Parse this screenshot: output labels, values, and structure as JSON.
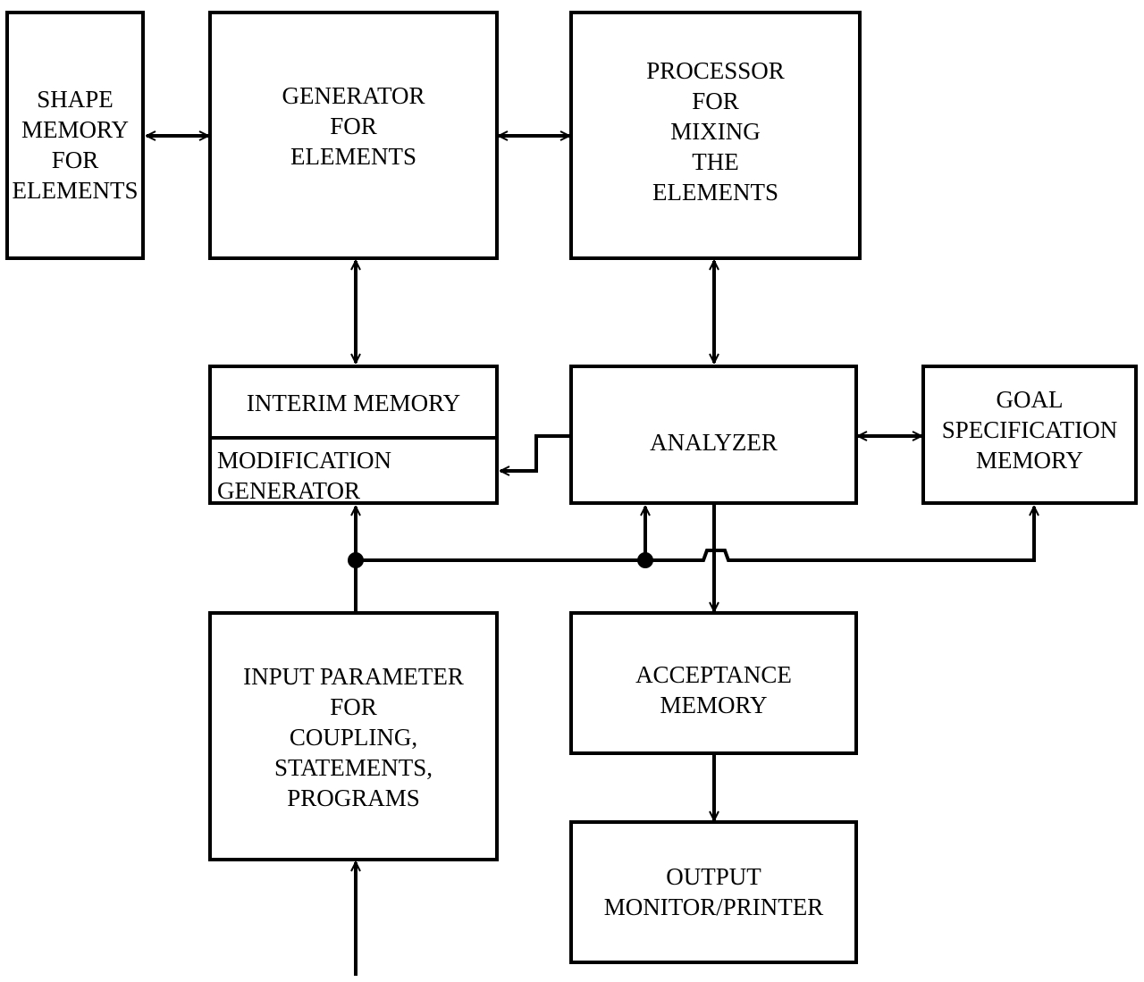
{
  "blocks": {
    "shape_memory": {
      "lines": [
        "SHAPE",
        "MEMORY",
        "FOR",
        "ELEMENTS"
      ]
    },
    "generator": {
      "lines": [
        "GENERATOR",
        "FOR",
        "ELEMENTS"
      ]
    },
    "processor": {
      "lines": [
        "PROCESSOR",
        "FOR",
        "MIXING",
        "THE",
        "ELEMENTS"
      ]
    },
    "interim_memory": {
      "label": "INTERIM MEMORY"
    },
    "modification_generator": {
      "lines": [
        "MODIFICATION",
        "GENERATOR"
      ]
    },
    "analyzer": {
      "label": "ANALYZER"
    },
    "goal_spec": {
      "lines": [
        "GOAL",
        "SPECIFICATION",
        "MEMORY"
      ]
    },
    "input_param": {
      "lines": [
        "INPUT PARAMETER",
        "FOR",
        "COUPLING,",
        "STATEMENTS,",
        "PROGRAMS"
      ]
    },
    "acceptance": {
      "lines": [
        "ACCEPTANCE",
        "MEMORY"
      ]
    },
    "output": {
      "lines": [
        "OUTPUT",
        "MONITOR/PRINTER"
      ]
    }
  },
  "colors": {
    "stroke": "#000000",
    "background": "#ffffff"
  }
}
